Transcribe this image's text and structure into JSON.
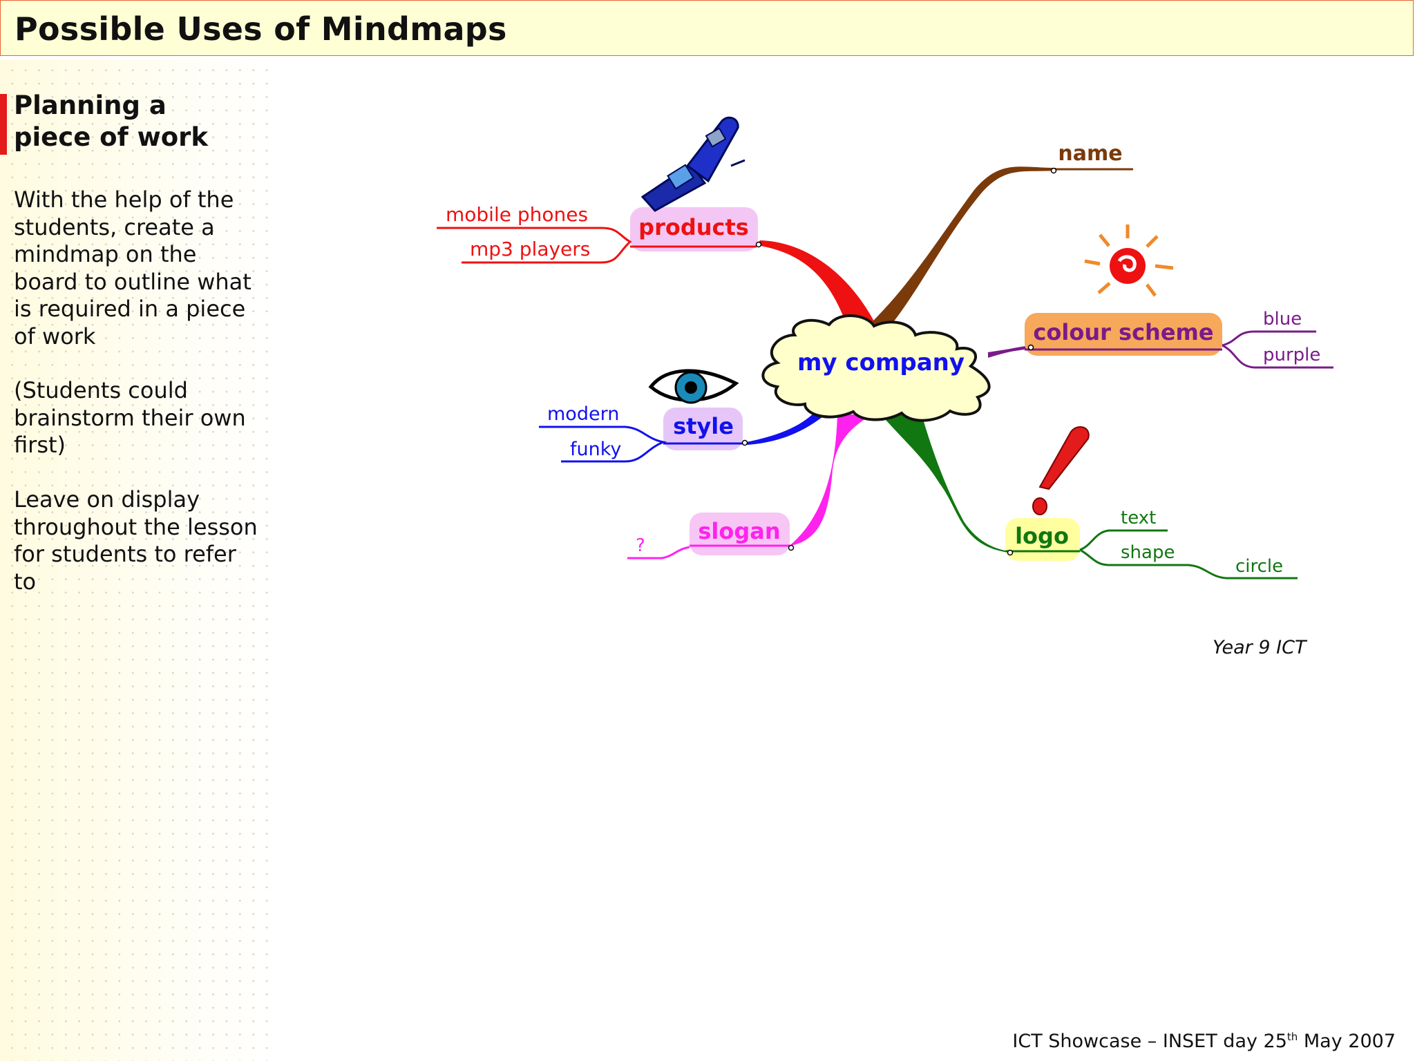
{
  "slide": {
    "title": "Possible Uses of Mindmaps",
    "sidebar": {
      "heading": "Planning a piece of work",
      "paragraphs": [
        "With the help of the students, create a mindmap on the board to outline what is required in a piece of work",
        "(Students could brainstorm their own first)",
        "Leave on display throughout the lesson for students to refer to"
      ]
    },
    "caption": "Year 9 ICT",
    "footer": {
      "prefix": "ICT Showcase – INSET day 25",
      "sup": "th",
      "suffix": " May 2007"
    }
  },
  "mindmap": {
    "center": "my company",
    "branches": [
      {
        "label": "products",
        "color": "#ee1111",
        "children": [
          "mobile phones",
          "mp3 players"
        ]
      },
      {
        "label": "name",
        "color": "#7a3a0a",
        "children": []
      },
      {
        "label": "colour scheme",
        "color": "#7a1a8a",
        "children": [
          "blue",
          "purple"
        ]
      },
      {
        "label": "style",
        "color": "#1111ee",
        "children": [
          "modern",
          "funky"
        ]
      },
      {
        "label": "slogan",
        "color": "#ff22ee",
        "children": [
          "?"
        ]
      },
      {
        "label": "logo",
        "color": "#117711",
        "children": [
          "text",
          "shape"
        ],
        "grandchildren": [
          "circle"
        ]
      }
    ],
    "icons": [
      "mobile-phone-icon",
      "sun-icon",
      "eye-icon",
      "exclamation-icon"
    ]
  }
}
